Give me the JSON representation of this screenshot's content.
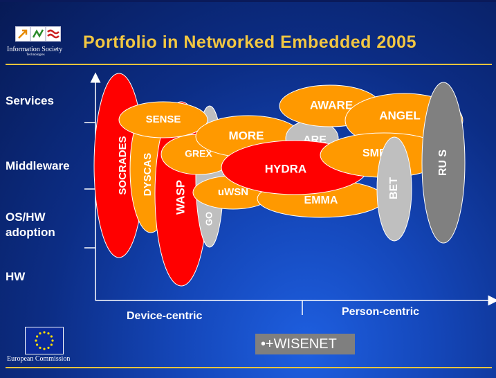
{
  "title": "Portfolio in Networked Embedded 2005",
  "logos": {
    "ist_line1": "Information Society",
    "ist_line2": "Technologies",
    "eu": "European Commission"
  },
  "y_axis_levels": [
    "Services",
    "Middleware",
    "OS/HW adoption",
    "HW"
  ],
  "x_axis_groups": [
    "Device-centric",
    "Person-centric"
  ],
  "footnote": "•+WISENET",
  "projects": [
    {
      "name": "SOCRADES",
      "color": "#ff0000"
    },
    {
      "name": "DYSCAS",
      "color": "#ff9900"
    },
    {
      "name": "WASP",
      "color": "#ff0000"
    },
    {
      "name": "GO",
      "color": "#bfbfbf"
    },
    {
      "name": "SENSE",
      "color": "#ff9900"
    },
    {
      "name": "GREX",
      "color": "#ff9900"
    },
    {
      "name": "MORE",
      "color": "#ff9900"
    },
    {
      "name": "ARE",
      "color": "#bfbfbf"
    },
    {
      "name": "uWSN",
      "color": "#ff9900"
    },
    {
      "name": "EMMA",
      "color": "#ff9900"
    },
    {
      "name": "HYDRA",
      "color": "#ff0000"
    },
    {
      "name": "AWARE",
      "color": "#ff9900"
    },
    {
      "name": "ANGEL",
      "color": "#ff9900"
    },
    {
      "name": "SMEPP",
      "color": "#ff9900"
    },
    {
      "name": "BET",
      "color": "#bfbfbf"
    },
    {
      "name": "RU S",
      "color": "#808080"
    }
  ],
  "colors": {
    "title": "#f2c742",
    "rule": "#e7c43c",
    "red": "#ff0000",
    "orange": "#ff9900",
    "grey": "#bfbfbf"
  }
}
